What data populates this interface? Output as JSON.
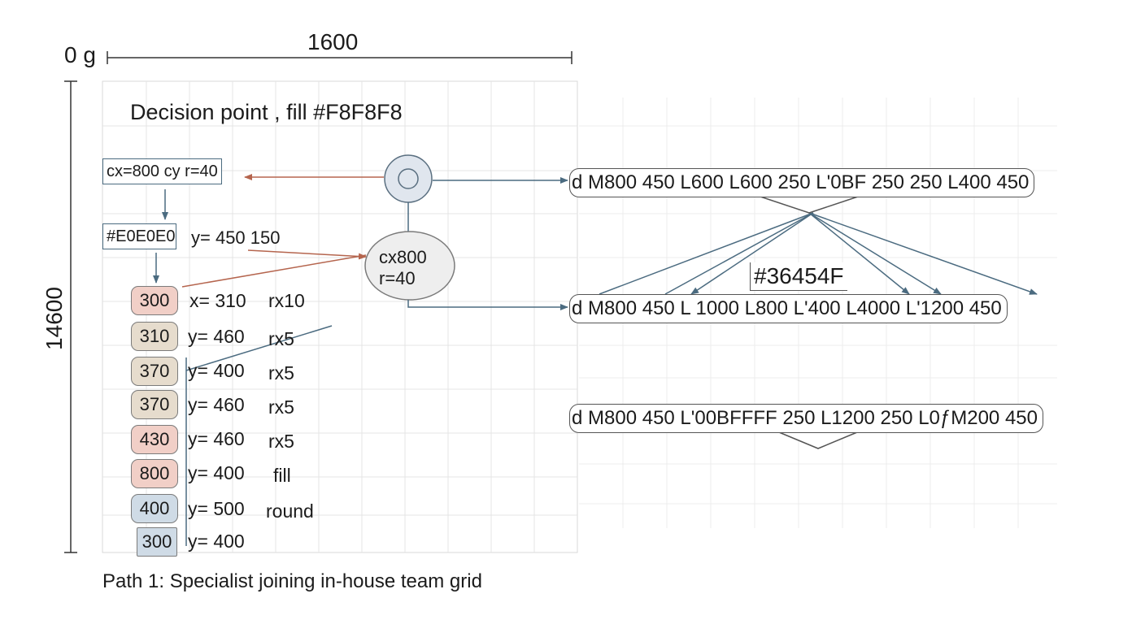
{
  "top_dimension": {
    "origin_label": "0 g",
    "width_label": "1600"
  },
  "side_dimension": {
    "height_label": "14600"
  },
  "title": "Decision point , fill #F8F8F8",
  "boxes": {
    "circle_note": "cx=800 cy r=40",
    "fill_note_color": "#E0E0E0",
    "fill_note_rest": "y= 450  150"
  },
  "ellipse": {
    "line1": "cx800",
    "line2": "r=40"
  },
  "rows": [
    {
      "pill": "300",
      "c1": "x= 310",
      "c2": "rx10",
      "color": "#f1cfc7"
    },
    {
      "pill": "310",
      "c1": "y= 460",
      "c2": "rx5",
      "color": "#e6dccd"
    },
    {
      "pill": "370",
      "c1": "y= 400",
      "c2": "rx5",
      "color": "#e6dccd"
    },
    {
      "pill": "370",
      "c1": "y= 460",
      "c2": "rx5",
      "color": "#e6dccd"
    },
    {
      "pill": "430",
      "c1": "y= 460",
      "c2": "rx5",
      "color": "#f1cfc7"
    },
    {
      "pill": "800",
      "c1": "y= 400",
      "c2": "fill",
      "color": "#f1cfc7"
    },
    {
      "pill": "400",
      "c1": "y= 500",
      "c2": "round",
      "color": "#cfdbe6"
    },
    {
      "pill": "300",
      "c1": "y= 400",
      "c2": "",
      "color": "#cfdbe6"
    }
  ],
  "paths": {
    "path1": "d M800 450 L600 L600 250 L'0BF 250  250 L400 450",
    "path2": "d M800 450 L 1000 L800 L'400 L4000 L'1200  450",
    "path3": "d M800 450 L'00BFFFF 250 L1200 250 L0ƒM200 450"
  },
  "hex_label": "#36454F",
  "caption": "Path 1: Specialist joining in-house team grid",
  "colors": {
    "grid": "#e4e4e4",
    "arrow_blue": "#4b6b80",
    "arrow_red": "#b5654e",
    "node_fill": "#e0e6ee"
  }
}
